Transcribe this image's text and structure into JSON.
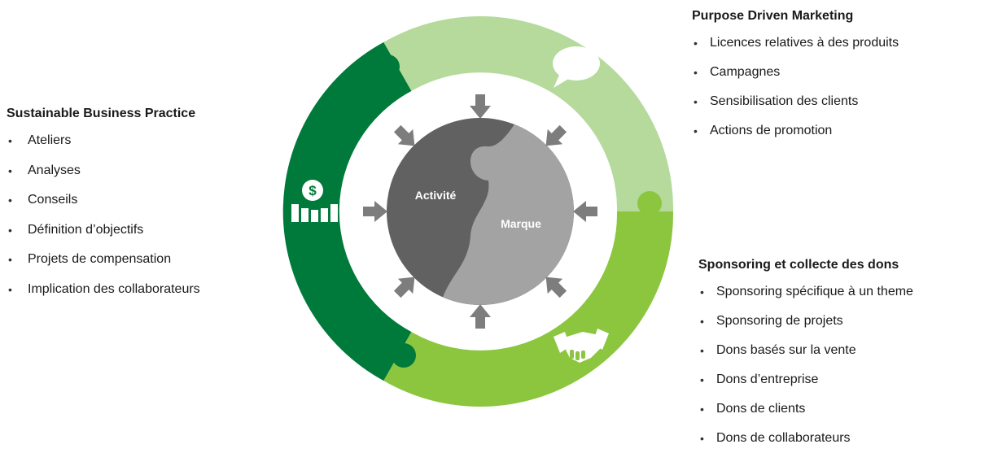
{
  "diagram": {
    "core": {
      "left_label": "Activité",
      "right_label": "Marque"
    },
    "colors": {
      "dark_green": "#007a3a",
      "light_green": "#b5da9b",
      "mid_green": "#8cc63f",
      "core_dark": "#616161",
      "core_light": "#a3a3a3",
      "arrow": "#7d7d7d"
    },
    "icons": [
      "money-chart-icon",
      "speech-bubble-icon",
      "handshake-icon"
    ]
  },
  "blocks": {
    "sustainable": {
      "title": "Sustainable Business Practice",
      "items": [
        "Ateliers",
        "Analyses",
        "Conseils",
        "Définition d’objectifs",
        "Projets de compensation",
        "Implication des collaborateurs"
      ]
    },
    "purpose": {
      "title": "Purpose Driven Marketing",
      "items": [
        "Licences relatives à des produits",
        "Campagnes",
        "Sensibilisation des clients",
        "Actions de promotion"
      ]
    },
    "sponsoring": {
      "title": "Sponsoring et collecte des dons",
      "items": [
        "Sponsoring spécifique à un theme",
        "Sponsoring de projets",
        "Dons basés sur la vente",
        "Dons d’entreprise",
        "Dons de clients",
        "Dons de collaborateurs"
      ]
    }
  }
}
